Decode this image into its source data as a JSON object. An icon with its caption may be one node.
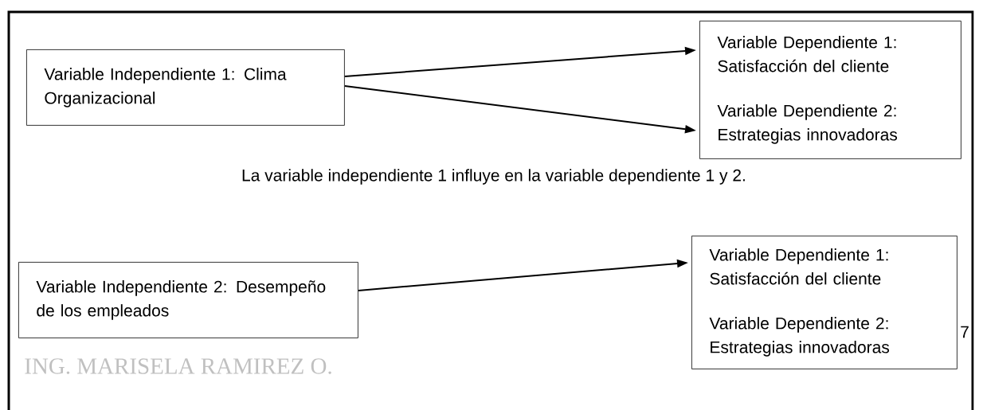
{
  "diagram": {
    "nodes": [
      {
        "text": [
          "Variable Independiente 1: Clima Organizacional"
        ]
      },
      {
        "text": [
          "Variable Dependiente 1: Satisfacción del cliente",
          "Variable Dependiente 2: Estrategias innovadoras"
        ]
      },
      {
        "text": [
          "Variable Independiente 2: Desempeño de los empleados"
        ]
      },
      {
        "text": [
          "Variable Dependiente 1: Satisfacción del cliente",
          "Variable Dependiente 2: Estrategias innovadoras"
        ]
      }
    ],
    "edges": [
      {
        "from": 0,
        "to": 1,
        "arrow": "to"
      },
      {
        "from": 0,
        "to": 1,
        "arrow": "to"
      },
      {
        "from": 2,
        "to": 3,
        "arrow": "to"
      }
    ],
    "labels": [
      "La variable independiente 1 influye en la variable dependiente 1 y 2.",
      "7",
      "ING. MARISELA RAMIREZ O."
    ]
  }
}
